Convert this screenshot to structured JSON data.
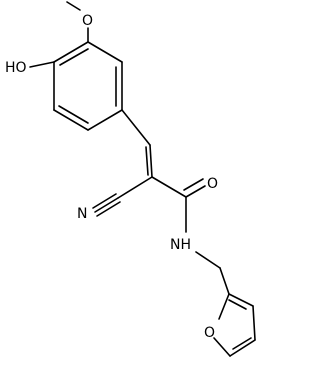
{
  "molecule": {
    "labels": {
      "hydroxyl": "HO",
      "methoxy_oxygen": "O",
      "carbonyl_oxygen": "O",
      "nitrile_nitrogen": "N",
      "amide_nh": "NH",
      "furan_oxygen": "O"
    }
  }
}
